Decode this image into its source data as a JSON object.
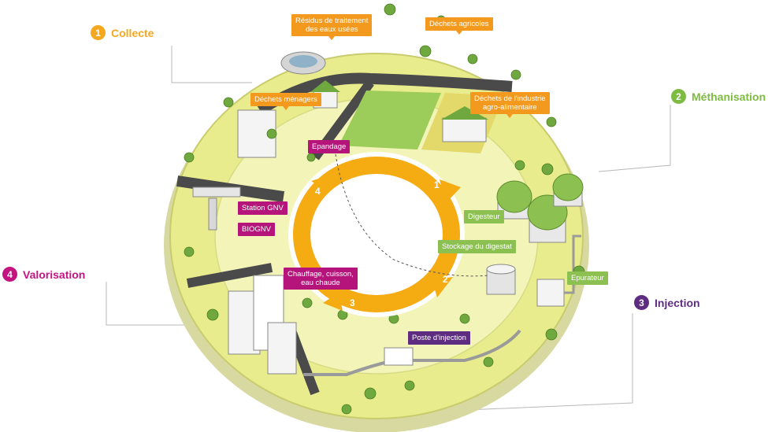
{
  "stages": [
    {
      "number": "1",
      "label": "Collecte",
      "color": "#f3a81f"
    },
    {
      "number": "2",
      "label": "Méthanisation",
      "color": "#7dbb42"
    },
    {
      "number": "3",
      "label": "Injection",
      "color": "#5e2d82"
    },
    {
      "number": "4",
      "label": "Valorisation",
      "color": "#c3147f"
    }
  ],
  "tags": {
    "residus": "Résidus de traitement\ndes eaux usées",
    "agricoles": "Déchets agricoles",
    "menagers": "Déchets ménagers",
    "industrie": "Déchets de l'industrie\nagro-alimentaire",
    "epandage": "Epandage",
    "station_gnv": "Station GNV",
    "biognv": "BIOGNV",
    "chauffage": "Chauffage, cuisson,\neau chaude",
    "digesteur": "Digesteur",
    "stockage": "Stockage du digestat",
    "epurateur": "Epurateur",
    "poste_injection": "Poste d'injection"
  },
  "cycle_steps": [
    "1",
    "2",
    "3",
    "4"
  ],
  "colors": {
    "ring_yellow": "#e9ec8c",
    "ring_light": "#f2f4b8",
    "cycle_orange": "#f5ab12",
    "road": "#4a4a4a",
    "tree": "#6ea83e",
    "dashed_line": "#555555"
  }
}
